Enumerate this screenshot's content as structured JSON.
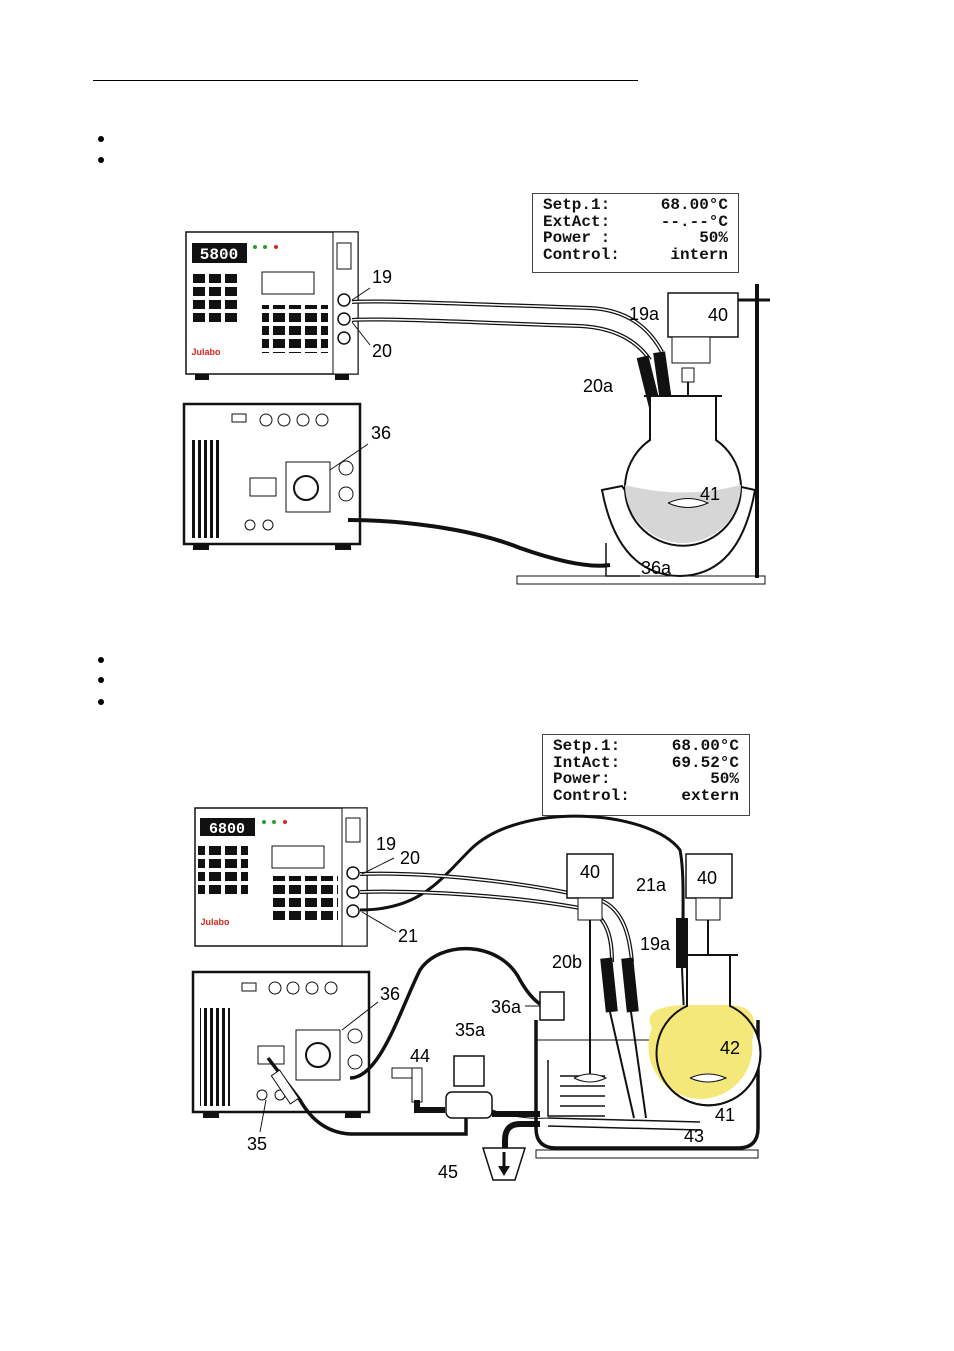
{
  "figure1": {
    "display": {
      "rows": [
        {
          "label": "Setp.1:",
          "value": "68.00°C"
        },
        {
          "label": "ExtAct:",
          "value": "--.--°C"
        },
        {
          "label": "Power :",
          "value": "50%"
        },
        {
          "label": "Control:",
          "value": "intern"
        }
      ]
    },
    "controller_readout": "5800",
    "controller_brand": "Julabo",
    "callouts": [
      "19",
      "20",
      "19a",
      "20a",
      "40",
      "36",
      "41",
      "36a"
    ]
  },
  "figure2": {
    "display": {
      "rows": [
        {
          "label": "Setp.1:",
          "value": "68.00°C"
        },
        {
          "label": "IntAct:",
          "value": "69.52°C"
        },
        {
          "label": "Power:",
          "value": "50%"
        },
        {
          "label": "Control:",
          "value": "extern"
        }
      ]
    },
    "controller_readout": "6800",
    "controller_brand": "Julabo",
    "callouts": [
      "19",
      "20",
      "21",
      "40",
      "40",
      "21a",
      "19a",
      "20b",
      "36",
      "36a",
      "35a",
      "44",
      "42",
      "41",
      "43",
      "35",
      "45"
    ]
  },
  "colors": {
    "liquid_heated": "#f5e87a",
    "liquid_grey": "#d6d6d6",
    "brand_red": "#d8261f"
  }
}
